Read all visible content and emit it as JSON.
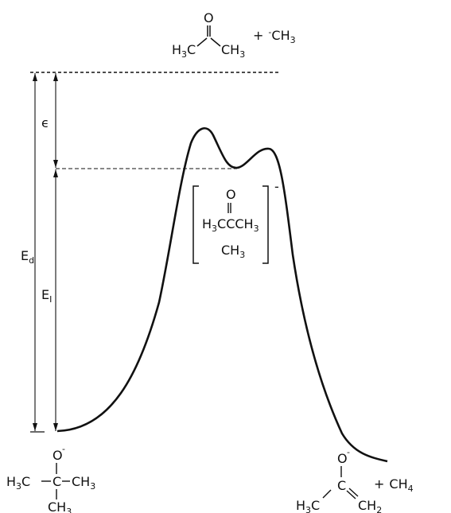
{
  "diagram": {
    "top_species": {
      "ketone": {
        "o": "O",
        "h": "H",
        "three": "3",
        "c": "C",
        "ch": "CH",
        "three_b": "3"
      },
      "plus_methyl": {
        "plus": "+",
        "minus": "-",
        "ch": "CH",
        "three": "3"
      }
    },
    "energy_labels": {
      "epsilon": "ϵ",
      "ed": {
        "e": "E",
        "sub": "d"
      },
      "ei": {
        "e": "E",
        "sub": "I"
      }
    },
    "complex": {
      "o": "O",
      "row": {
        "h": "H",
        "three": "3",
        "mid": "CCCH",
        "three_b": "3"
      },
      "ch": "CH",
      "three": "3",
      "charge": "-"
    },
    "reactant": {
      "o": "O",
      "charge": "-",
      "left": {
        "h": "H",
        "three": "3",
        "c": "C"
      },
      "center_c": "C",
      "right": {
        "ch": "CH",
        "three": "3"
      },
      "bottom": {
        "ch": "CH",
        "three": "3"
      }
    },
    "product": {
      "o": "O",
      "charge": "-",
      "left": {
        "h": "H",
        "three": "3",
        "c": "C"
      },
      "center_c": "C",
      "right": {
        "ch": "CH",
        "two": "2"
      },
      "plus_methane": {
        "plus": "+",
        "ch": "CH",
        "four": "4"
      }
    },
    "colors": {
      "ink": "#111111"
    }
  }
}
